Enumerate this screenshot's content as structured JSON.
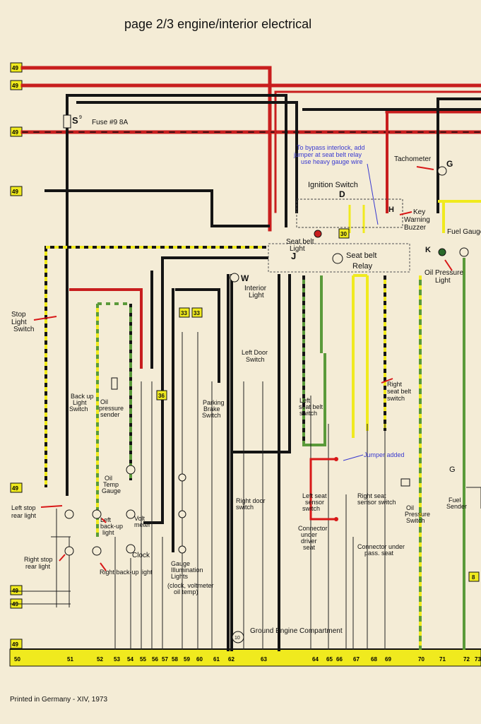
{
  "title": "page 2/3 engine/interior electrical",
  "footer": "Printed in Germany - XIV, 1973",
  "colors": {
    "paper": "#f4ecd6",
    "red_wire": "#c81e1e",
    "black_wire": "#141414",
    "yellow_box": "#f0ea1e",
    "green_wire": "#5a9a3a",
    "note_blue": "#3a3ad0"
  },
  "edge_terminals": [
    "49",
    "49",
    "49",
    "49",
    "49",
    "49",
    "49",
    "49",
    "49"
  ],
  "bottom_numbers": [
    "50",
    "51",
    "52",
    "53",
    "54",
    "55",
    "56",
    "57",
    "58",
    "59",
    "60",
    "61",
    "62",
    "63",
    "64",
    "65",
    "66",
    "67",
    "68",
    "69",
    "70",
    "71",
    "72",
    "73"
  ],
  "labels": {
    "fuse": "S",
    "fuse_sup": "9",
    "fuse_desc": "Fuse #9  8A",
    "bypass_note": [
      "To bypass interlock, add",
      "jumper at seat belt relay",
      "use heavy gauge wire"
    ],
    "tachometer": "Tachometer",
    "tach_symbol": "G",
    "ignition_switch": "Ignition Switch",
    "ignition_symbol": "D",
    "key_buzzer": [
      "Key",
      "Warning",
      "Buzzer"
    ],
    "buzzer_symbol": "H",
    "fuel_gauge": "Fuel Gauge",
    "seatbelt_light": [
      "Seat belt",
      "Light"
    ],
    "seatbelt_relay": [
      "Seat belt",
      "Relay"
    ],
    "relay_symbol": "J",
    "oil_pressure_light": [
      "Oil Pressure",
      "Light"
    ],
    "interior_light": [
      "Interior",
      "Light"
    ],
    "interior_symbol": "W",
    "stop_light_switch": [
      "Stop",
      "Light",
      "Switch"
    ],
    "backup_light_switch": [
      "Back up",
      "Light",
      "Switch"
    ],
    "oil_pressure_sender": [
      "Oil",
      "pressure",
      "sender"
    ],
    "parking_brake_switch": [
      "Parking",
      "Brake",
      "Switch"
    ],
    "left_door_switch": [
      "Left Door",
      "Switch"
    ],
    "right_door_switch": [
      "Right door",
      "switch"
    ],
    "left_seatbelt_switch": [
      "Left",
      "seat belt",
      "switch"
    ],
    "right_seatbelt_switch": [
      "Right",
      "seat  belt",
      "switch"
    ],
    "jumper_added": "Jumper added",
    "left_seat_sensor": [
      "Left seat",
      "sensor",
      "switch"
    ],
    "right_seat_sensor": [
      "Right seat",
      "sensor switch"
    ],
    "connector_driver": [
      "Connector",
      "under",
      "driver",
      "seat"
    ],
    "connector_pass": [
      "Connector under",
      "pass. seat"
    ],
    "oil_pressure_switch": [
      "Oil",
      "Pressure",
      "Switch"
    ],
    "fuel_sender": [
      "Fuel",
      "Sender"
    ],
    "oil_temp_gauge": [
      "Oil",
      "Temp",
      "Gauge"
    ],
    "left_backup_light": [
      "Left",
      "back-up",
      "light"
    ],
    "volt_meter": [
      "Volt",
      "meter"
    ],
    "clock": "Clock",
    "left_stop_rear": [
      "Left stop",
      "rear light"
    ],
    "right_stop_rear": [
      "Right stop",
      "rear light"
    ],
    "right_backup_light": "Right back-up light",
    "gauge_lights": [
      "Gauge",
      "Illumination",
      "Lights",
      "(clock, voltmeter",
      "oil temp)"
    ],
    "ground_engine": "Ground Engine Compartment",
    "ground_symbol": "10",
    "box_30": "30",
    "box_33a": "33",
    "box_33b": "33",
    "box_36": "36",
    "box_8": "8"
  }
}
